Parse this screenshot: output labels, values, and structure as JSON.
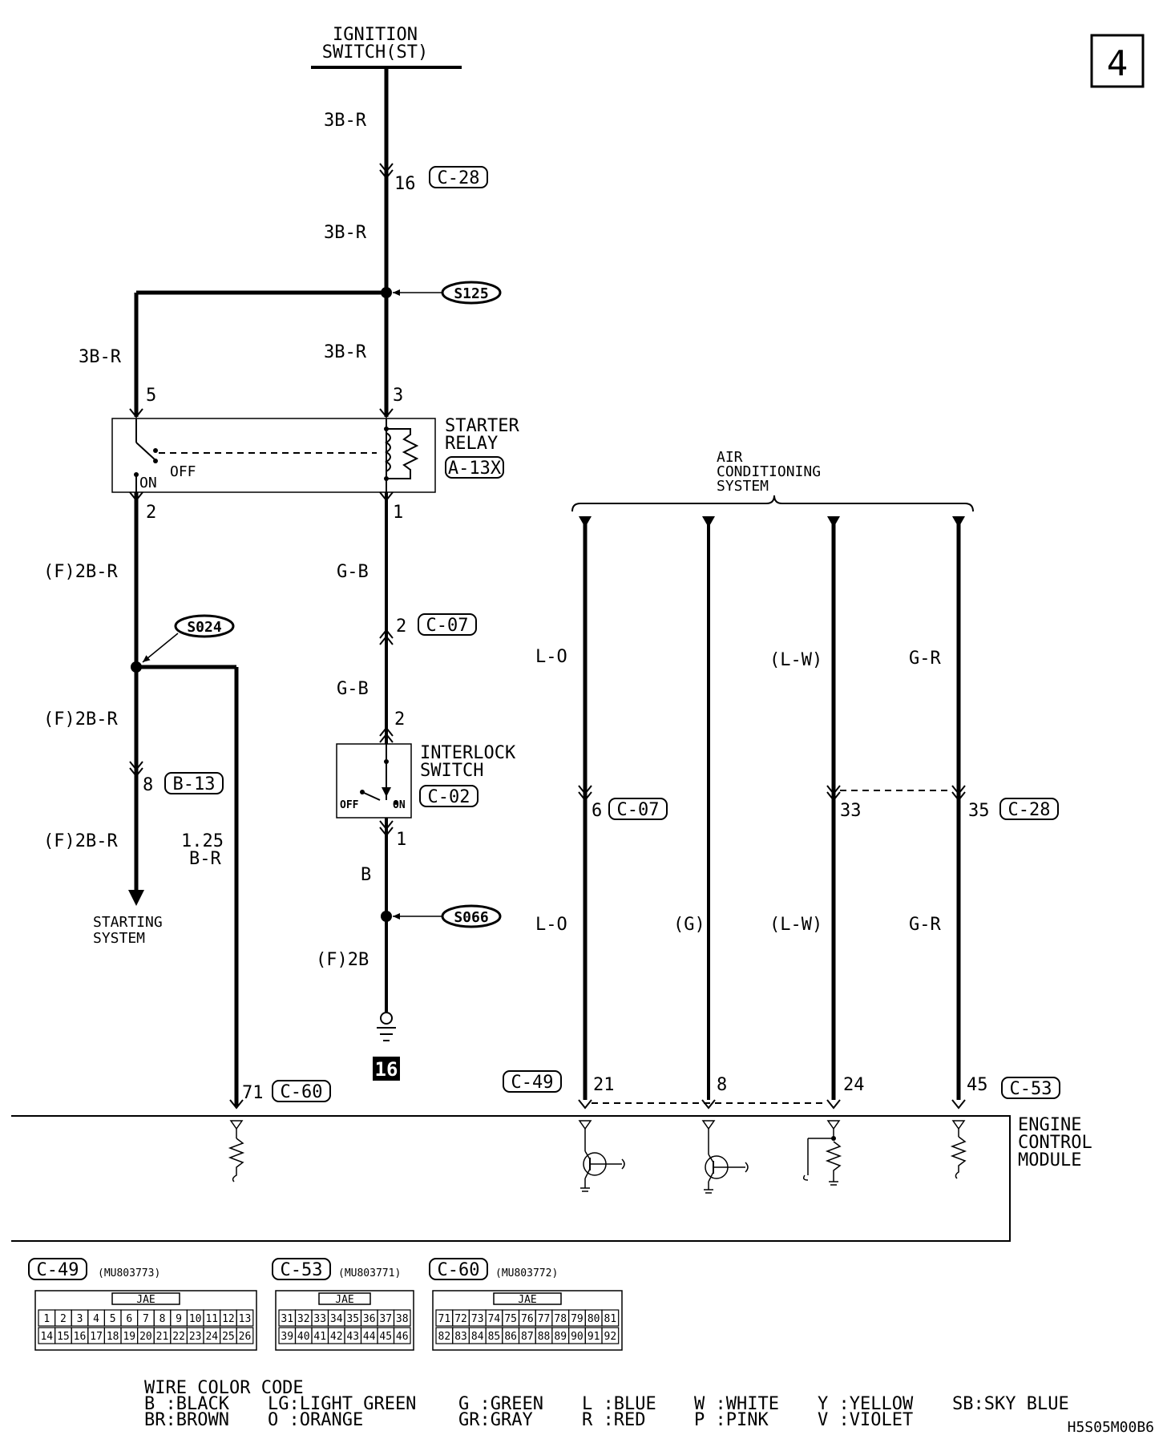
{
  "page_number": "4",
  "image_code": "H5S05M00B6",
  "ignition": {
    "line1": "IGNITION",
    "line2": "SWITCH(ST)"
  },
  "wires": {
    "w_3br_top": "3B-R",
    "w_3br_mid": "3B-R",
    "w_3br_center": "3B-R",
    "w_3br_left": "3B-R",
    "w_f2br_a": "(F)2B-R",
    "w_f2br_b": "(F)2B-R",
    "w_f2br_c": "(F)2B-R",
    "w_125_1": "1.25",
    "w_125_2": "B-R",
    "w_gb_1": "G-B",
    "w_gb_2": "G-B",
    "w_b": "B",
    "w_f2b": "(F)2B",
    "w_lo_1": "L-O",
    "w_lo_2": "L-O",
    "w_lw_1": "(L-W)",
    "w_lw_2": "(L-W)",
    "w_gr_1": "G-R",
    "w_gr_2": "G-R",
    "w_g": "(G)"
  },
  "pins": {
    "p16": "16",
    "p5": "5",
    "p3": "3",
    "p2_relay": "2",
    "p1_relay": "1",
    "p2_c07": "2",
    "p2_switch": "2",
    "p1_switch": "1",
    "p8_b13": "8",
    "p71": "71",
    "p6": "6",
    "p33": "33",
    "p35": "35",
    "p21": "21",
    "p8_ecm": "8",
    "p24": "24",
    "p45": "45"
  },
  "connectors": {
    "c28_top": "C-28",
    "c07_mid": "C-07",
    "b13": "B-13",
    "c02": "C-02",
    "c60": "C-60",
    "c07_right": "C-07",
    "c28_right": "C-28",
    "c49": "C-49",
    "c53": "C-53",
    "a13x": "A-13X"
  },
  "splices": {
    "s125": "S125",
    "s024": "S024",
    "s066": "S066"
  },
  "ground_number": "16",
  "relay": {
    "line1": "STARTER",
    "line2": "RELAY",
    "off": "OFF",
    "on": "ON"
  },
  "interlock": {
    "line1": "INTERLOCK",
    "line2": "SWITCH",
    "off": "OFF",
    "on": "ON"
  },
  "starting_system": {
    "line1": "STARTING",
    "line2": "SYSTEM"
  },
  "ac_system": {
    "line1": "AIR",
    "line2": "CONDITIONING",
    "line3": "SYSTEM"
  },
  "ecm": {
    "line1": "ENGINE",
    "line2": "CONTROL",
    "line3": "MODULE"
  },
  "connector_views": [
    {
      "name": "C-49",
      "part": "(MU803773)",
      "maker": "JAE",
      "row1": [
        "1",
        "2",
        "3",
        "4",
        "5",
        "6",
        "7",
        "8",
        "9",
        "10",
        "11",
        "12",
        "13"
      ],
      "row2": [
        "14",
        "15",
        "16",
        "17",
        "18",
        "19",
        "20",
        "21",
        "22",
        "23",
        "24",
        "25",
        "26"
      ]
    },
    {
      "name": "C-53",
      "part": "(MU803771)",
      "maker": "JAE",
      "row1": [
        "31",
        "32",
        "33",
        "34",
        "35",
        "36",
        "37",
        "38"
      ],
      "row2": [
        "39",
        "40",
        "41",
        "42",
        "43",
        "44",
        "45",
        "46"
      ]
    },
    {
      "name": "C-60",
      "part": "(MU803772)",
      "maker": "JAE",
      "row1": [
        "71",
        "72",
        "73",
        "74",
        "75",
        "76",
        "77",
        "78",
        "79",
        "80",
        "81"
      ],
      "row2": [
        "82",
        "83",
        "84",
        "85",
        "86",
        "87",
        "88",
        "89",
        "90",
        "91",
        "92"
      ]
    }
  ],
  "color_code": {
    "title": "WIRE COLOR CODE",
    "entries": [
      [
        "B :BLACK",
        "BR:BROWN"
      ],
      [
        "LG:LIGHT GREEN",
        "O :ORANGE"
      ],
      [
        "G :GREEN",
        "GR:GRAY"
      ],
      [
        "L :BLUE",
        "R :RED"
      ],
      [
        "W :WHITE",
        "P :PINK"
      ],
      [
        "Y :YELLOW",
        "V :VIOLET"
      ],
      [
        "SB:SKY BLUE",
        ""
      ]
    ]
  }
}
